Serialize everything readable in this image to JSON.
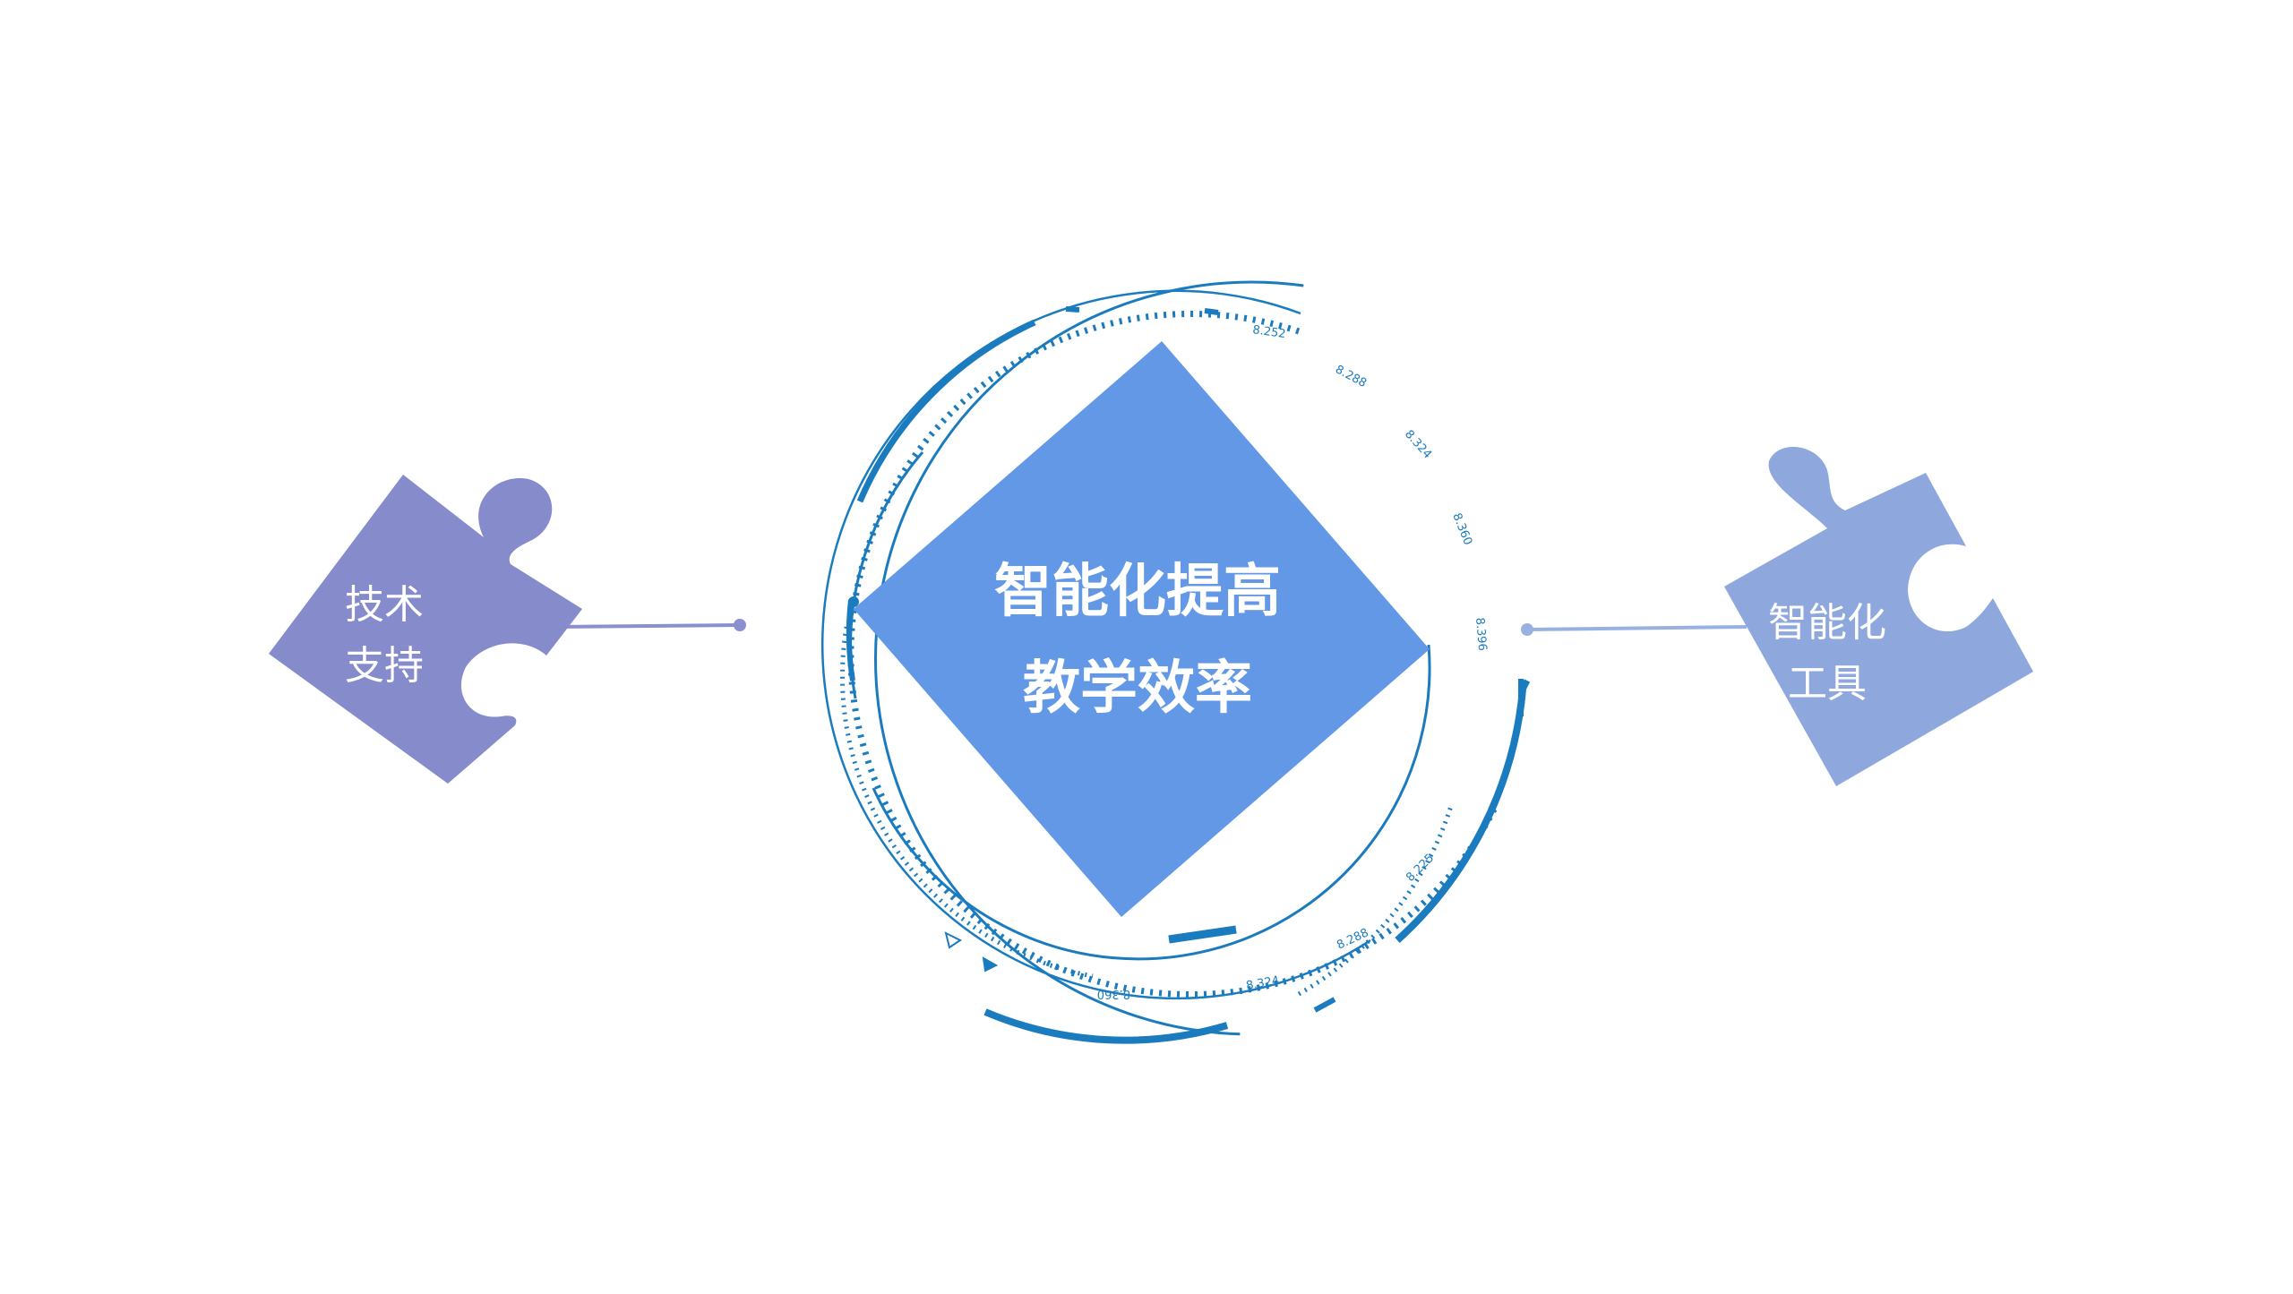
{
  "center": {
    "title_line1": "智能化提高",
    "title_line2": "教学效率",
    "color": "#6298e6"
  },
  "left_piece": {
    "label_line1": "技术",
    "label_line2": "支持",
    "color": "#858bcb",
    "connector_color": "#8a90cf"
  },
  "right_piece": {
    "label_line1": "智能化",
    "label_line2": "工具",
    "color": "#8ea8dd",
    "connector_color": "#97b1e0"
  },
  "ring": {
    "color": "#1b7bbf",
    "labels": [
      "8.252",
      "8.288",
      "8.324",
      "8.360",
      "8.396",
      "8.225",
      "8.288",
      "8.324",
      "8.360"
    ]
  }
}
